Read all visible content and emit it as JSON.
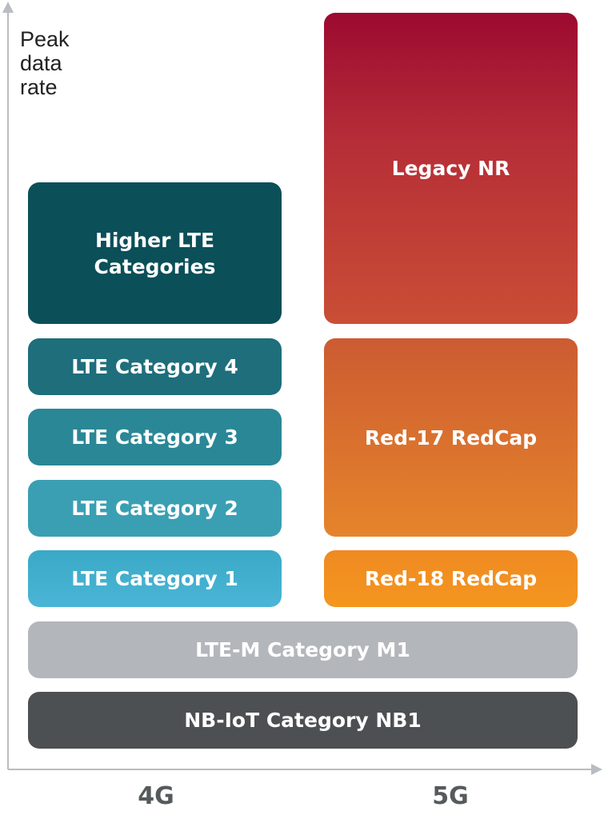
{
  "axes": {
    "y_label_lines": [
      "Peak",
      "data",
      "rate"
    ],
    "x_categories": [
      "4G",
      "5G"
    ]
  },
  "boxes": {
    "legacy_nr": "Legacy NR",
    "higher_lte": "Higher LTE\nCategories",
    "lte_cat4": "LTE Category 4",
    "lte_cat3": "LTE Category 3",
    "lte_cat2": "LTE Category 2",
    "lte_cat1": "LTE Category 1",
    "red17": "Red-17 RedCap",
    "red18": "Red-18 RedCap",
    "lte_m": "LTE-M Category M1",
    "nb_iot": "NB-IoT Category NB1"
  },
  "colors": {
    "legacy_nr_top": "#9c0a30",
    "legacy_nr_bottom": "#ca4e35",
    "higher_lte": "#0b4f59",
    "lte_cat4": "#1e6e7c",
    "lte_cat3": "#2a8796",
    "lte_cat2": "#3a9fb3",
    "lte_cat1": "#4bb5d6",
    "red17": "#d9702e",
    "red18": "#f4961f",
    "lte_m": "#b3b6ba",
    "nb_iot": "#4c5052",
    "axis": "#b9bcc0"
  }
}
